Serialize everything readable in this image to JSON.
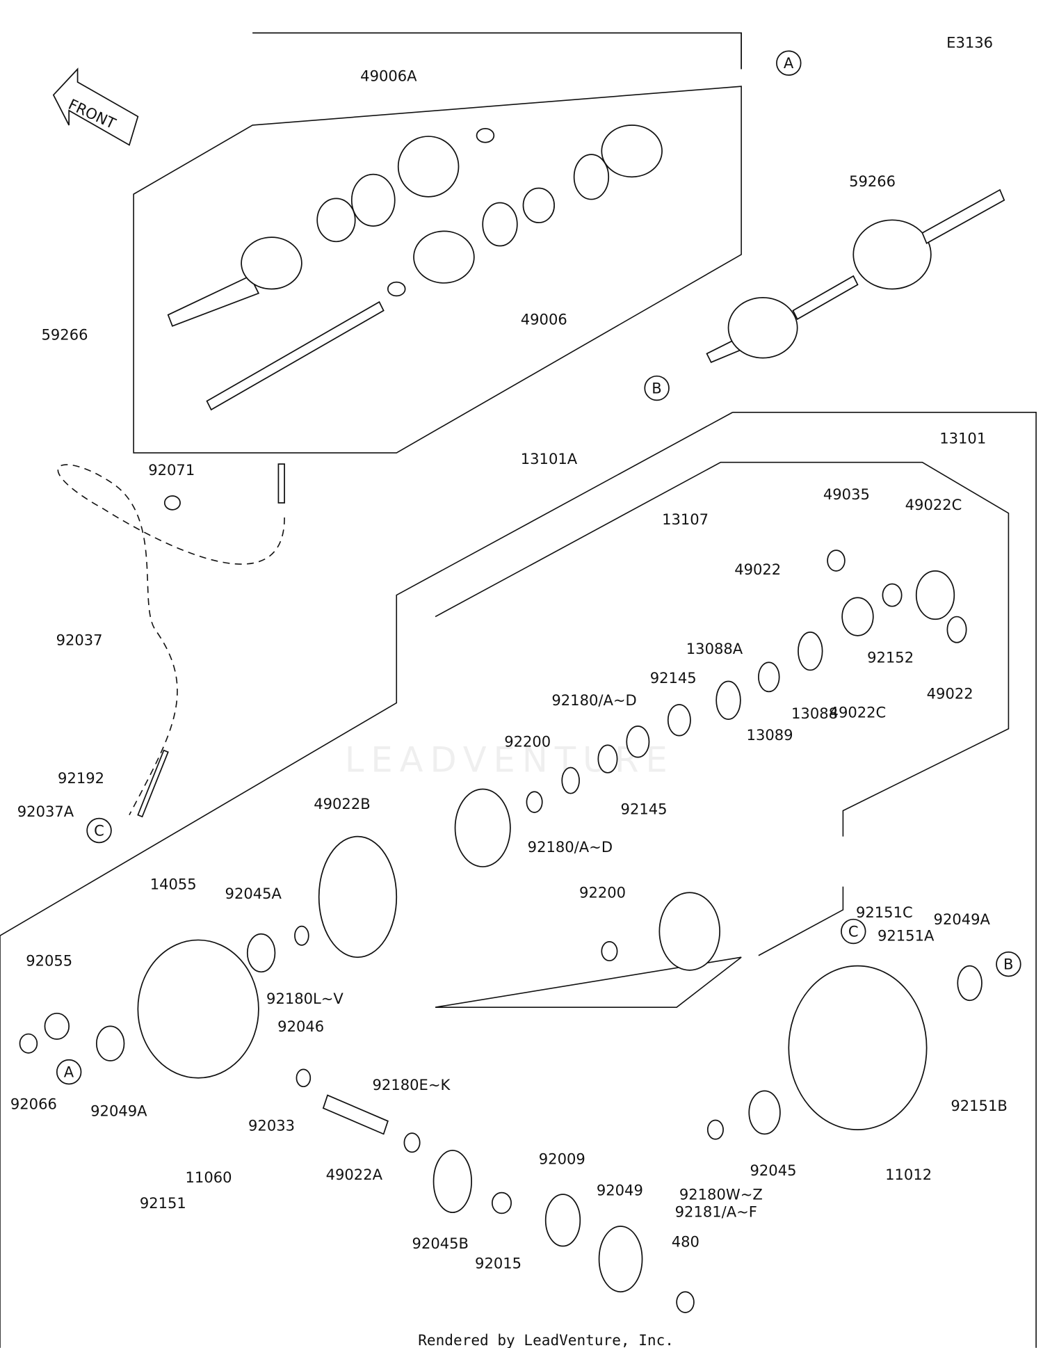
{
  "diagram_code": "E3136",
  "front_badge": "FRONT",
  "watermark": "LEADVENTURE",
  "footer": "Rendered by LeadVenture, Inc.",
  "callouts": {
    "A": "A",
    "B": "B",
    "C": "C"
  },
  "labels": [
    "49006A",
    "59266",
    "59266",
    "49006",
    "13101A",
    "13101",
    "92071",
    "49035",
    "13107",
    "49022C",
    "49022",
    "92037",
    "13088A",
    "92145",
    "92152",
    "49022C",
    "49022",
    "13088",
    "92180/A~D",
    "13089",
    "92200",
    "92145",
    "92192",
    "92037A",
    "49022B",
    "92180/A~D",
    "14055",
    "92045A",
    "92200",
    "92151C",
    "92049A",
    "92055",
    "92151A",
    "92180L~V",
    "92046",
    "92180E~K",
    "92066",
    "92049A",
    "92033",
    "92151B",
    "92045",
    "11012",
    "11060",
    "49022A",
    "92009",
    "92049",
    "92151",
    "92180W~Z",
    "92181/A~F",
    "480",
    "92045B",
    "92015"
  ]
}
